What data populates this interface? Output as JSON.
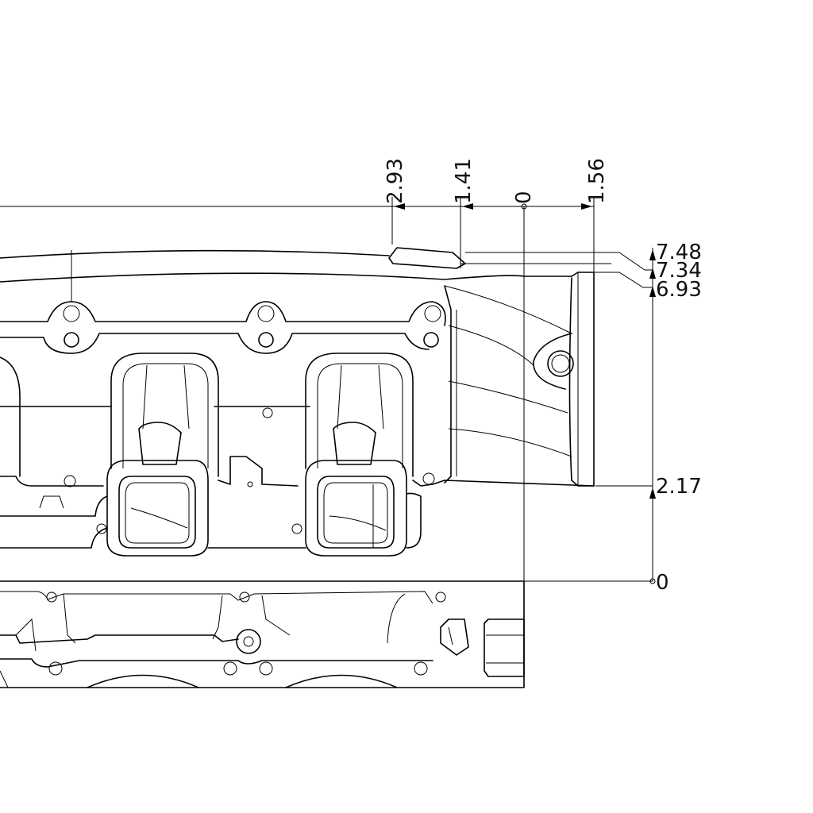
{
  "vertical_dimensions": [
    "2.93",
    "1.41",
    "0",
    "1.56"
  ],
  "horizontal_dimensions": [
    "7.48",
    "7.34",
    "6.93",
    "2.17",
    "0"
  ],
  "colors": {
    "line": "#000000",
    "background": "#ffffff"
  }
}
